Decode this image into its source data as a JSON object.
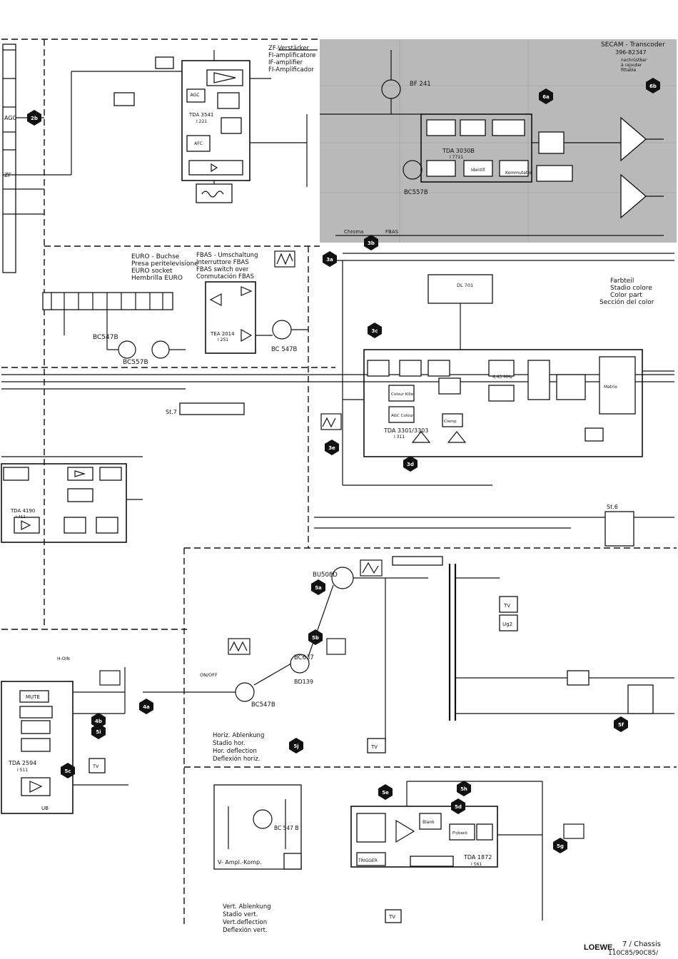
{
  "sections": {
    "secam": {
      "title": "SECAM - Transcoder",
      "number": "396-82347",
      "note1": "nachrüstbar",
      "note2": "à rajouter",
      "note3": "fittable"
    },
    "zf": {
      "line1": "ZF-Verstärker",
      "line2": "FI-amplificatore",
      "line3": "IF-amplifier",
      "line4": "FI-Amplificador"
    },
    "euro": {
      "line1": "EURO - Buchse",
      "line2": "Presa peritelevisione",
      "line3": "EURO socket",
      "line4": "Hembrilla EURO"
    },
    "fbas": {
      "line1": "FBAS - Umschaltung",
      "line2": "Interruttore FBAS",
      "line3": "FBAS switch over",
      "line4": "Conmutación FBAS"
    },
    "farbteil": {
      "line1": "Farbteil",
      "line2": "Stadio colore",
      "line3": "Color part",
      "line4": "Sección del color"
    },
    "horiz": {
      "line1": "Horiz. Ablenkung",
      "line2": "Stadio hor.",
      "line3": "Hor. deflection",
      "line4": "Deflexión horiz."
    },
    "vampl": {
      "label": "V- Ampl.-Komp."
    },
    "vert": {
      "line1": "Vert. Ablenkung",
      "line2": "Stadio vert.",
      "line3": "Vert.deflection",
      "line4": "Deflexión vert."
    }
  },
  "ics": [
    {
      "id": "tda3541",
      "name": "TDA 3541",
      "ref": "I 221"
    },
    {
      "id": "tda3030b",
      "name": "TDA 3030B",
      "ref": "I 7711"
    },
    {
      "id": "tea2014",
      "name": "TEA 2014",
      "ref": "I 251"
    },
    {
      "id": "tda3301",
      "name": "TDA 3301/3303",
      "ref": "I 311"
    },
    {
      "id": "tda4190",
      "name": "TDA 4190",
      "ref": "I 411"
    },
    {
      "id": "tda2594",
      "name": "TDA 2594",
      "ref": "I 511"
    },
    {
      "id": "tda1872",
      "name": "TDA 1872",
      "ref": "I 561"
    }
  ],
  "transistors": [
    {
      "id": "bf241",
      "name": "BF 241"
    },
    {
      "id": "bc557b-secam",
      "name": "BC557B"
    },
    {
      "id": "bc547b-euro",
      "name": "BC547B"
    },
    {
      "id": "bc557b-euro",
      "name": "BC557B"
    },
    {
      "id": "bc547b-fbas",
      "name": "BC 547B"
    },
    {
      "id": "bu508d",
      "name": "BU508D"
    },
    {
      "id": "bc637",
      "name": "BC637"
    },
    {
      "id": "bd139",
      "name": "BD139"
    },
    {
      "id": "bc547b-horiz",
      "name": "BC547B"
    },
    {
      "id": "bc547b-vamp",
      "name": "BC 547 B"
    }
  ],
  "blocks": {
    "agc": "AGC",
    "afc": "AFC",
    "mute": "MUTE",
    "colour_killer": "Colour Killer",
    "agc_colour": "AGC Colour",
    "clamp": "Clamp",
    "blank": "Blank",
    "trigger": "TRIGGER",
    "flyback": "Flyback",
    "identif": "Identif.",
    "komm": "Kommutator",
    "matrix": "Matrix",
    "dl": "DL 701",
    "ug2": "Ug2",
    "tv": "TV"
  },
  "labels": {
    "chroma": "Chroma",
    "fbas": "FBAS",
    "st7": "St.7",
    "st6": "St.6",
    "horizontal_in": "H-OIN",
    "freq": "4,43 MHz",
    "onoff": "ON/OFF",
    "ub": "UB",
    "agc_side": "AGC",
    "zf_side": "ZF"
  },
  "markers": [
    "2b",
    "3a",
    "3b",
    "3c",
    "3d",
    "3e",
    "4a",
    "4b",
    "5a",
    "5b",
    "5c",
    "5d",
    "5e",
    "5f",
    "5g",
    "5h",
    "5i",
    "5j",
    "6a",
    "6b"
  ],
  "footer": {
    "brand": "LOEWE.",
    "chassis": "7 / Chassis",
    "model": "110C85/90C85/"
  }
}
